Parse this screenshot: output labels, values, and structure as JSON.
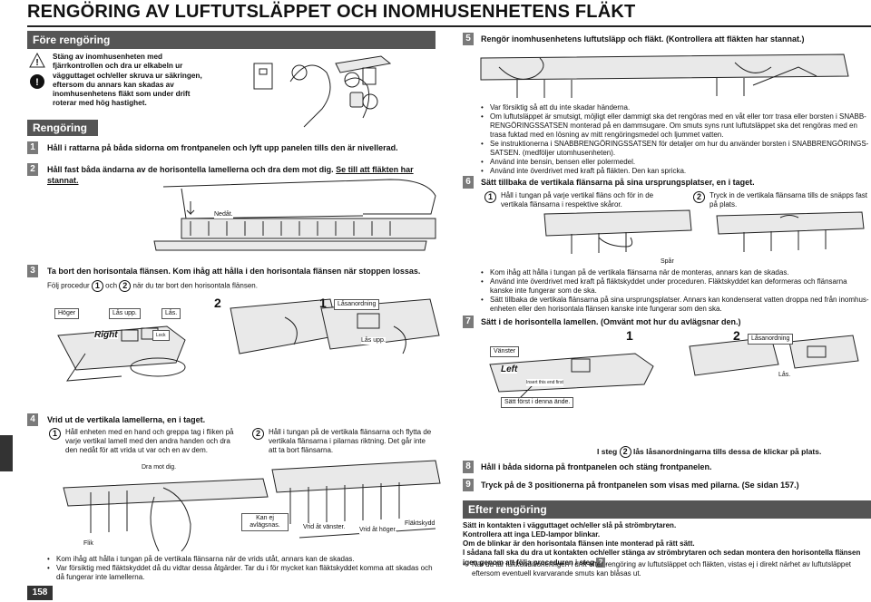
{
  "page_title": "RENGÖRING AV LUFTUTSLÄPPET OCH INOMHUSENHETENS FLÄKT",
  "page_number": "158",
  "left": {
    "before_cleaning": {
      "header": "Före rengöring",
      "warning": "Stäng av inomhusenheten med fjärrkontrollen och dra ur elkabeln ur vägguttaget och/eller skruva ur säkringen, eftersom du annars kan skadas av inomhusenhetens fläkt som under drift roterar med hög hastighet."
    },
    "cleaning_header": "Rengöring",
    "step1": {
      "num": "1",
      "text": "Håll i rattarna på båda sidorna om frontpanelen och lyft upp panelen tills den är nivellerad."
    },
    "step2": {
      "num": "2",
      "text": "Håll fast båda ändarna av de horisontella lamellerna och dra dem mot dig.",
      "text_underlined": "Se till att fläkten har stannat."
    },
    "label_down": "Nedåt.",
    "step3": {
      "num": "3",
      "text": "Ta bort den horisontala flänsen. Kom ihåg att hålla i den horisontala flänsen när stoppen lossas.",
      "sub_pre": "Följ procedur",
      "sub_mid": "och",
      "sub_post": "när du tar bort den horisontala flänsen.",
      "c1": "1",
      "c2": "2",
      "label_right": "Höger",
      "label_unlock": "Lås upp.",
      "label_lock": "Lås.",
      "label_right_script": "Right",
      "label_lock_small": "Lock",
      "label_lockmark": "Låsanordning",
      "label_unlock2": "Lås upp."
    },
    "step4": {
      "num": "4",
      "text": "Vrid ut de vertikala lamellerna, en i taget.",
      "sub1": "Håll enheten med en hand och greppa tag i fliken på varje vertikal lamell med den andra handen och dra den nedåt för att vrida ut var och en av dem.",
      "sub2": "Håll i tungan på de vertikala flänsarna och flytta de vertikala flänsarna i pilarnas riktning. Det går inte att ta bort flänsarna.",
      "c1": "1",
      "c2": "2",
      "label_pull": "Dra mot dig.",
      "label_flap": "Flik",
      "label_bent": "Kan ej avlägsnas.",
      "label_turn_left": "Vrid åt vänster.",
      "label_turn_right": "Vrid åt höger.",
      "label_flaps": "Fläktskydd",
      "bullets": [
        "Kom ihåg att hålla i tungan på de vertikala flänsarna när de vrids utåt, annars kan de skadas.",
        "Var försiktig med fläktskyddet då du vidtar dessa åtgärder. Tar du i för mycket kan fläktskyddet komma att skadas och då fungerar inte lamellerna."
      ]
    }
  },
  "right": {
    "step5": {
      "num": "5",
      "text": "Rengör inomhusenhetens luftutsläpp och fläkt. (Kontrollera att fläkten har stannat.)",
      "bullets": [
        "Var försiktig så att du inte skadar händerna.",
        "Om luftutsläppet är smutsigt, möjligt eller dammigt ska det rengöras med en våt eller torr trasa eller borsten i SNABB-RENGÖRINGSSATSEN monterad på en dammsugare. Om smuts syns runt luftutsläppet ska det rengöras med en trasa fuktad med en lösning av mitt rengöringsmedel och ljummet vatten.",
        "Se instruktionerna i SNABBRENGÖRINGSSATSEN för detaljer om hur du använder borsten i SNABBRENGÖRINGS-SATSEN. (medföljer utomhusenheten).",
        "Använd inte bensin, bensen eller polermedel.",
        "Använd inte överdrivet med kraft på fläkten. Den kan spricka."
      ]
    },
    "step6": {
      "num": "6",
      "text": "Sätt tillbaka de vertikala flänsarna på sina ursprungsplatser, en i taget.",
      "sub1": "Håll i tungan på varje vertikal fläns och för in de vertikala flänsarna i respektive skåror.",
      "sub2": "Tryck in de vertikala flänsarna tills de snäpps fast på plats.",
      "c1": "1",
      "c2": "2",
      "label_groove": "Spår",
      "bullets": [
        "Kom ihåg att hålla i tungan på de vertikala flänsarna när de monteras, annars kan de skadas.",
        "Använd inte överdrivet med kraft på fläktskyddet under proceduren. Fläktskyddet kan deformeras och flänsarna kanske inte fungerar som de ska.",
        "Sätt tillbaka de vertikala flänsarna på sina ursprungsplatser. Annars kan kondenserat vatten droppa ned från inomhus-enheten eller den horisontala flänsen kanske inte fungerar som den ska."
      ]
    },
    "step7": {
      "num": "7",
      "text": "Sätt i de horisontella lamellen. (Omvänt mot hur du avlägsnar den.)",
      "c1": "1",
      "c2": "2",
      "label_left": "Vänster",
      "label_lockmark": "Låsanordning",
      "label_lock": "Lås.",
      "label_insert_first": "Sätt först i denna ände.",
      "label_left_script": "Left",
      "label_insert_small": "Insert this end first",
      "note_pre": "I steg",
      "note_post": "lås låsanordningarna tills dessa de klickar på plats."
    },
    "step8": {
      "num": "8",
      "text": "Håll i båda sidorna på frontpanelen och stäng frontpanelen."
    },
    "step9": {
      "num": "9",
      "text": "Tryck på de 3 positionerna på frontpanelen som visas med pilarna. (Se sidan 157.)"
    },
    "after_cleaning": {
      "header": "Efter rengöring",
      "lines": [
        "Sätt in kontakten i vägguttaget och/eller slå på strömbrytaren.",
        "Kontrollera att inga LED-lampor blinkar.",
        "Om de blinkar är den horisontala flänsen inte monterad på rätt sätt.",
        "I sådana fall ska du dra ut kontakten och/eller stänga av strömbrytaren och sedan montera den horisontella flänsen igen genom att följa proceduren i steg",
        "."
      ],
      "step_ref": "7",
      "bullet": "När du tar luftkonditioneringen i drift efter rengöring av luftutsläppet och fläkten, vistas ej i direkt närhet av luftutsläppet eftersom eventuell kvarvarande smuts kan blåsas ut."
    }
  }
}
